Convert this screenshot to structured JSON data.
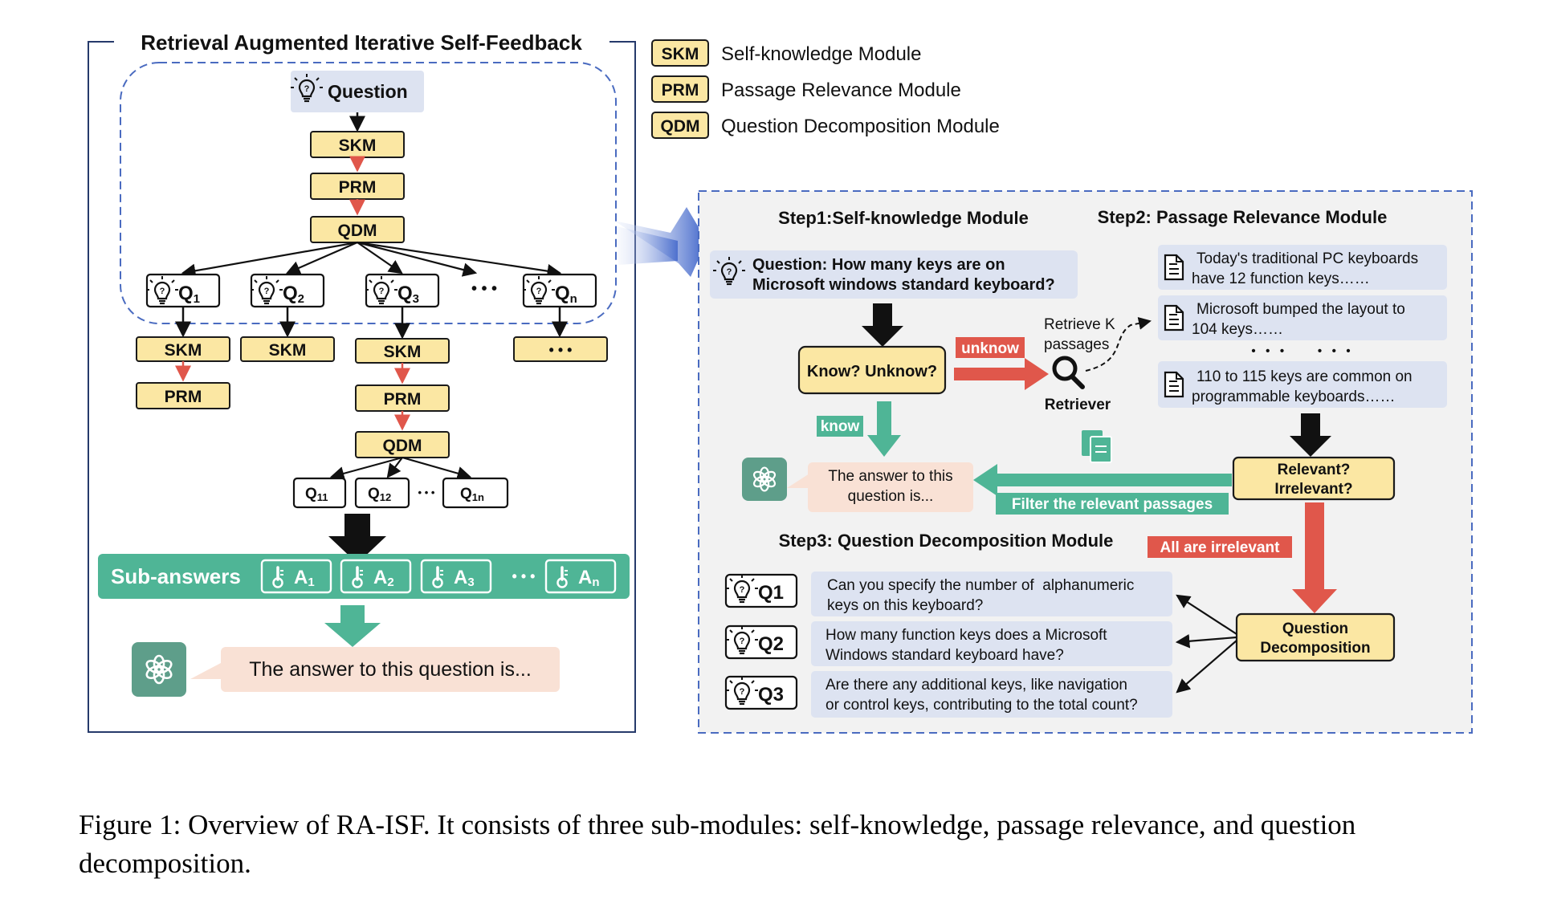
{
  "colors": {
    "module_fill": "#fbe7a3",
    "module_stroke": "#1a1a1a",
    "question_fill": "#dde3f1",
    "answer_fill": "#f9e1d5",
    "green": "#4fb596",
    "green_dark": "#5e9e8a",
    "red": "#e0574b",
    "panel_bg": "#f2f2f2",
    "dash_blue": "#4a6bc0",
    "frame_navy": "#263a6b"
  },
  "legend": [
    {
      "abbr": "SKM",
      "label": "Self-knowledge Module"
    },
    {
      "abbr": "PRM",
      "label": "Passage Relevance Module"
    },
    {
      "abbr": "QDM",
      "label": "Question Decomposition Module"
    }
  ],
  "left": {
    "title": "Retrieval Augmented Iterative Self-Feedback",
    "question": "Question",
    "skm": "SKM",
    "prm": "PRM",
    "qdm": "QDM",
    "subq": [
      {
        "base": "Q",
        "sub": "1"
      },
      {
        "base": "Q",
        "sub": "2"
      },
      {
        "base": "Q",
        "sub": "3"
      },
      {
        "base": "Q",
        "sub": "n"
      }
    ],
    "dots": "• • •",
    "ellipsis_box": "• • •",
    "subsubq": [
      {
        "base": "Q",
        "sub": "11"
      },
      {
        "base": "Q",
        "sub": "12"
      },
      {
        "base": "Q",
        "sub": "1n"
      }
    ],
    "subq_dots": "• • •",
    "sub_answers_label": "Sub-answers",
    "answers": [
      {
        "base": "A",
        "sub": "1"
      },
      {
        "base": "A",
        "sub": "2"
      },
      {
        "base": "A",
        "sub": "3"
      },
      {
        "base": "A",
        "sub": "n"
      }
    ],
    "answer_dots": "• • •",
    "final_answer": "The answer to this question is..."
  },
  "right": {
    "step1_title": "Step1:Self-knowledge Module",
    "step2_title": "Step2: Passage Relevance Module",
    "step3_title": "Step3: Question Decomposition Module",
    "question_line1": "Question: How many keys are on",
    "question_line2": "Microsoft windows standard keyboard?",
    "know_unknow": "Know? Unknow?",
    "unknow_tag": "unknow",
    "know_tag": "know",
    "retrieve_line1": "Retrieve K",
    "retrieve_line2": "passages",
    "retriever": "Retriever",
    "passages": [
      {
        "line1": "Today's traditional PC keyboards",
        "line2": "have 12 function keys……"
      },
      {
        "line1": "Microsoft bumped the layout to",
        "line2": "104 keys……"
      },
      {
        "line1": "110 to 115 keys are common on",
        "line2": "programmable keyboards……"
      }
    ],
    "passage_dots": "•   •   •          •   •   •",
    "relevant_line1": "Relevant?",
    "relevant_line2": "Irrelevant?",
    "filter_tag": "Filter the relevant passages",
    "answer_line1": "The answer to this",
    "answer_line2": "question is...",
    "irrelevant_tag": "All are irrelevant",
    "decomp_line1": "Question",
    "decomp_line2": "Decomposition",
    "sub_questions": [
      {
        "tag": "Q1",
        "line1": "Can you specify the number of  alphanumeric",
        "line2": "keys on this keyboard?"
      },
      {
        "tag": "Q2",
        "line1": "How many function keys does a Microsoft",
        "line2": "Windows standard keyboard have?"
      },
      {
        "tag": "Q3",
        "line1": "Are there any additional keys, like navigation",
        "line2": "or control keys, contributing to the total count?"
      }
    ]
  },
  "caption": "Figure 1: Overview of RA-ISF. It consists of three sub-modules: self-knowledge, passage relevance, and question decomposition."
}
